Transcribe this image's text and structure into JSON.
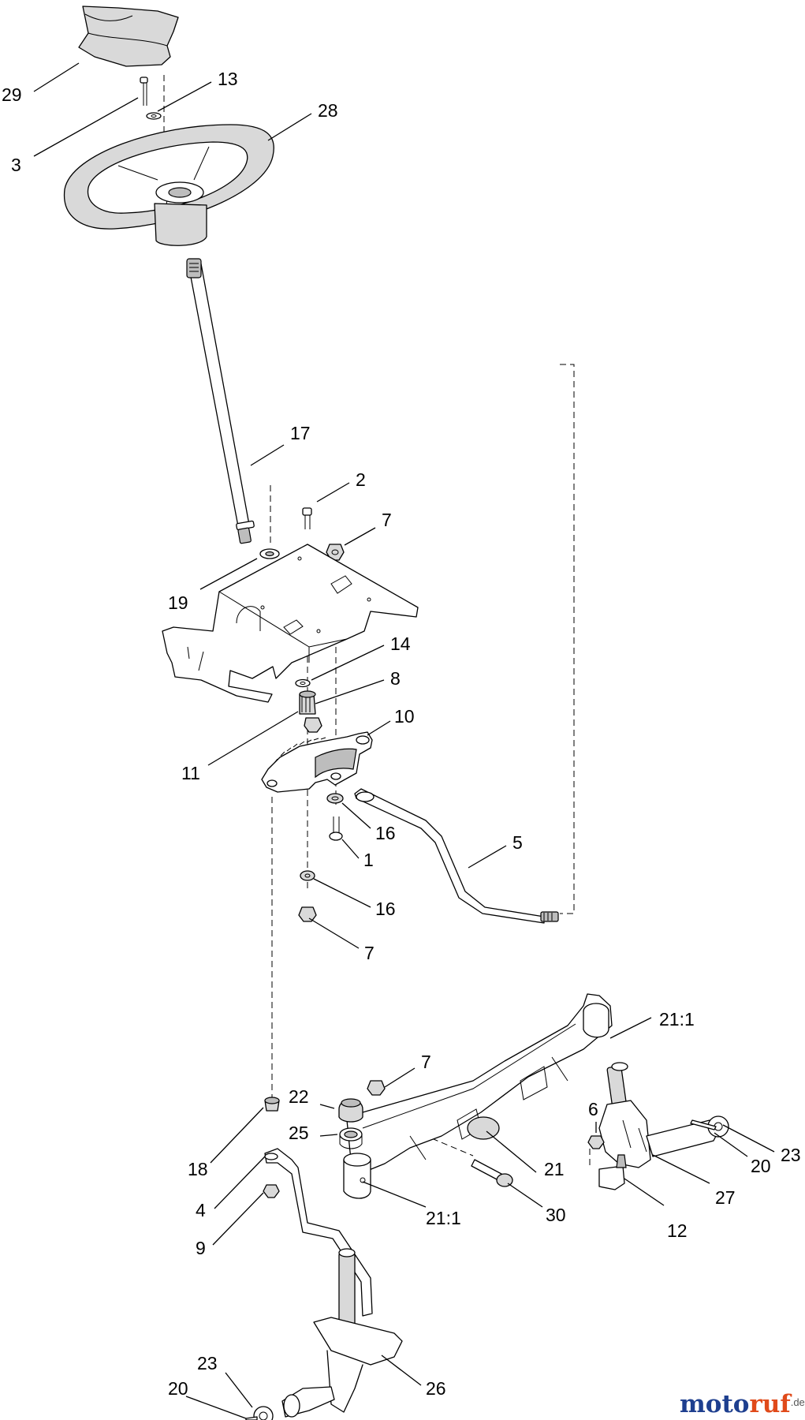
{
  "callouts": [
    {
      "id": "c29",
      "label": "29"
    },
    {
      "id": "c3",
      "label": "3"
    },
    {
      "id": "c13",
      "label": "13"
    },
    {
      "id": "c28",
      "label": "28"
    },
    {
      "id": "c17",
      "label": "17"
    },
    {
      "id": "c2",
      "label": "2"
    },
    {
      "id": "c7a",
      "label": "7"
    },
    {
      "id": "c19",
      "label": "19"
    },
    {
      "id": "c14",
      "label": "14"
    },
    {
      "id": "c8",
      "label": "8"
    },
    {
      "id": "c10",
      "label": "10"
    },
    {
      "id": "c11",
      "label": "11"
    },
    {
      "id": "c16a",
      "label": "16"
    },
    {
      "id": "c1",
      "label": "1"
    },
    {
      "id": "c5",
      "label": "5"
    },
    {
      "id": "c16b",
      "label": "16"
    },
    {
      "id": "c7b",
      "label": "7"
    },
    {
      "id": "c21_1a",
      "label": "21:1"
    },
    {
      "id": "c7c",
      "label": "7"
    },
    {
      "id": "c22",
      "label": "22"
    },
    {
      "id": "c25",
      "label": "25"
    },
    {
      "id": "c18",
      "label": "18"
    },
    {
      "id": "c6",
      "label": "6"
    },
    {
      "id": "c23a",
      "label": "23"
    },
    {
      "id": "c21",
      "label": "21"
    },
    {
      "id": "c20a",
      "label": "20"
    },
    {
      "id": "c4",
      "label": "4"
    },
    {
      "id": "c27",
      "label": "27"
    },
    {
      "id": "c9",
      "label": "9"
    },
    {
      "id": "c30",
      "label": "30"
    },
    {
      "id": "c21_1b",
      "label": "21:1"
    },
    {
      "id": "c12",
      "label": "12"
    },
    {
      "id": "c26",
      "label": "26"
    },
    {
      "id": "c23b",
      "label": "23"
    },
    {
      "id": "c20b",
      "label": "20"
    }
  ],
  "watermark": {
    "part1": "moto",
    "part2": "ruf",
    "suffix": ".de"
  }
}
